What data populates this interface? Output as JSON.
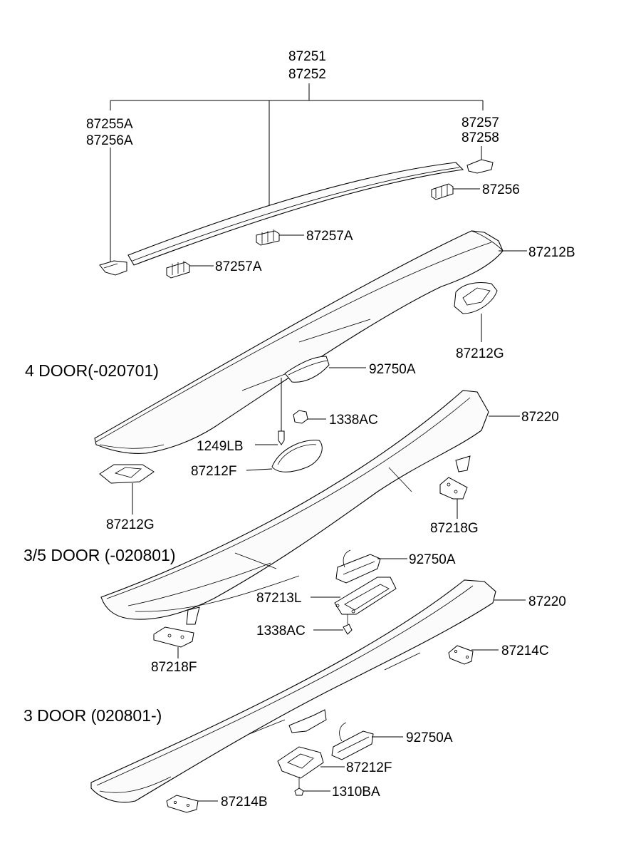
{
  "sections": {
    "four_door": "4 DOOR(-020701)",
    "three_five_door": "3/5 DOOR (-020801)",
    "three_door": "3 DOOR (020801-)"
  },
  "labels": {
    "p87251": "87251",
    "p87252": "87252",
    "p87255A": "87255A",
    "p87256A": "87256A",
    "p87257": "87257",
    "p87258": "87258",
    "p87256": "87256",
    "p87257A_1": "87257A",
    "p87257A_2": "87257A",
    "p87212B": "87212B",
    "p87212G_1": "87212G",
    "p92750A_1": "92750A",
    "p87220_1": "87220",
    "p1338AC_1": "1338AC",
    "p1249LB": "1249LB",
    "p87212F_1": "87212F",
    "p87212G_2": "87212G",
    "p87218G": "87218G",
    "p92750A_2": "92750A",
    "p87213L": "87213L",
    "p87220_2": "87220",
    "p1338AC_2": "1338AC",
    "p87214C": "87214C",
    "p87218F": "87218F",
    "p92750A_3": "92750A",
    "p87212F_2": "87212F",
    "p1310BA": "1310BA",
    "p87214B": "87214B"
  }
}
